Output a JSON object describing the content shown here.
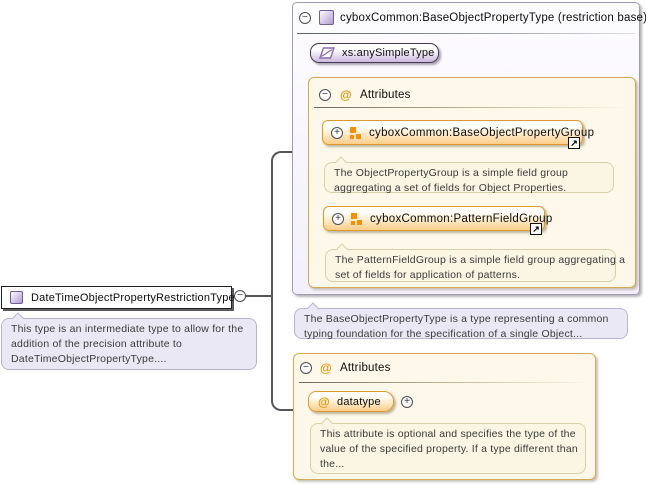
{
  "root_box": {
    "label": "DateTimeObjectPropertyRestrictionType",
    "tooltip_lines": [
      "This type is an intermediate type to allow for the",
      "addition of the precision attribute to",
      "DateTimeObjectPropertyType...."
    ]
  },
  "base_panel": {
    "title": "cyboxCommon:BaseObjectPropertyType (restriction base)",
    "simple_type_label": "xs:anySimpleType",
    "attributes_header": "Attributes",
    "groups": [
      {
        "label": "cyboxCommon:BaseObjectPropertyGroup",
        "tooltip_lines": [
          "The ObjectPropertyGroup is a simple field group",
          "aggregating a set of fields for Object Properties."
        ]
      },
      {
        "label": "cyboxCommon:PatternFieldGroup",
        "tooltip_lines": [
          "The PatternFieldGroup is a simple field group aggregating a",
          "set of fields for application of patterns."
        ]
      }
    ],
    "tooltip_lines": [
      "The BaseObjectPropertyType is a type representing a common",
      "typing foundation for the specification of a single Object..."
    ]
  },
  "attributes_panel": {
    "header": "Attributes",
    "attribute": {
      "name": "datatype",
      "tooltip_lines": [
        "This attribute is optional and specifies the type of the",
        "value of the specified property. If a type different than",
        "the..."
      ]
    }
  },
  "icons": {
    "collapse": "−",
    "expand": "+",
    "attribute_at": "@",
    "link_arrow": "↗"
  },
  "colors": {
    "accent_orange": "#E8940A",
    "group_border_orange": "#DD9A30",
    "panel_cream": "#FDF8E9",
    "tooltip_cream": "#FBF6E3",
    "tooltip_lavender": "#EBE8F5",
    "icon_purple": "#B2A0D3",
    "connector_gray": "#55555C"
  }
}
